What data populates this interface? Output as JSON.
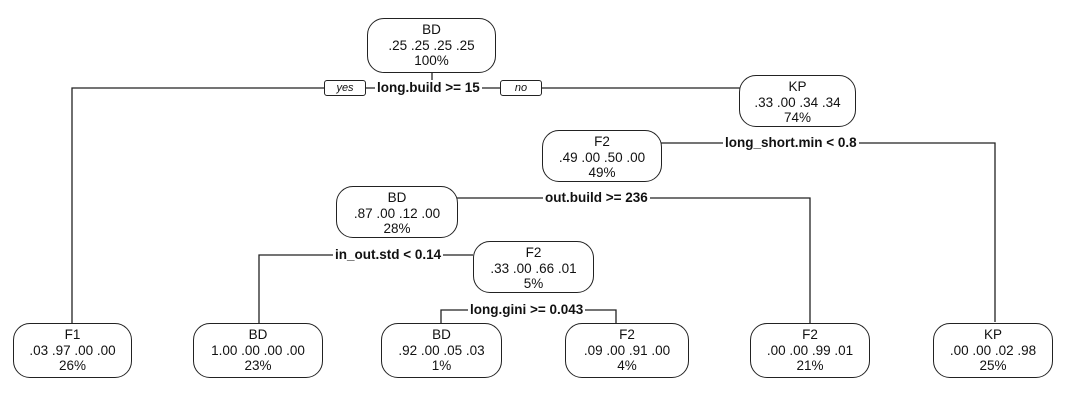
{
  "tree": {
    "nodes": [
      {
        "id": "root",
        "cls": "BD",
        "probs": ".25  .25  .25  .25",
        "pct": "100%"
      },
      {
        "id": "n-kp",
        "cls": "KP",
        "probs": ".33  .00  .34  .34",
        "pct": "74%"
      },
      {
        "id": "n-f2a",
        "cls": "F2",
        "probs": ".49  .00  .50  .00",
        "pct": "49%"
      },
      {
        "id": "n-bd",
        "cls": "BD",
        "probs": ".87  .00  .12  .00",
        "pct": "28%"
      },
      {
        "id": "n-f2b",
        "cls": "F2",
        "probs": ".33  .00  .66  .01",
        "pct": "5%"
      },
      {
        "id": "leaf-f1",
        "cls": "F1",
        "probs": ".03  .97  .00  .00",
        "pct": "26%"
      },
      {
        "id": "leaf-bd1",
        "cls": "BD",
        "probs": "1.00  .00  .00  .00",
        "pct": "23%"
      },
      {
        "id": "leaf-bd2",
        "cls": "BD",
        "probs": ".92  .00  .05  .03",
        "pct": "1%"
      },
      {
        "id": "leaf-f2c",
        "cls": "F2",
        "probs": ".09  .00  .91  .00",
        "pct": "4%"
      },
      {
        "id": "leaf-f2d",
        "cls": "F2",
        "probs": ".00  .00  .99  .01",
        "pct": "21%"
      },
      {
        "id": "leaf-kp",
        "cls": "KP",
        "probs": ".00  .00  .02  .98",
        "pct": "25%"
      }
    ],
    "splits": [
      {
        "id": "s1",
        "label": "long.build >= 15"
      },
      {
        "id": "s2",
        "label": "long_short.min < 0.8"
      },
      {
        "id": "s3",
        "label": "out.build >= 236"
      },
      {
        "id": "s4",
        "label": "in_out.std < 0.14"
      },
      {
        "id": "s5",
        "label": "long.gini >= 0.043"
      }
    ],
    "branch_tags": {
      "yes": "yes",
      "no": "no"
    }
  }
}
